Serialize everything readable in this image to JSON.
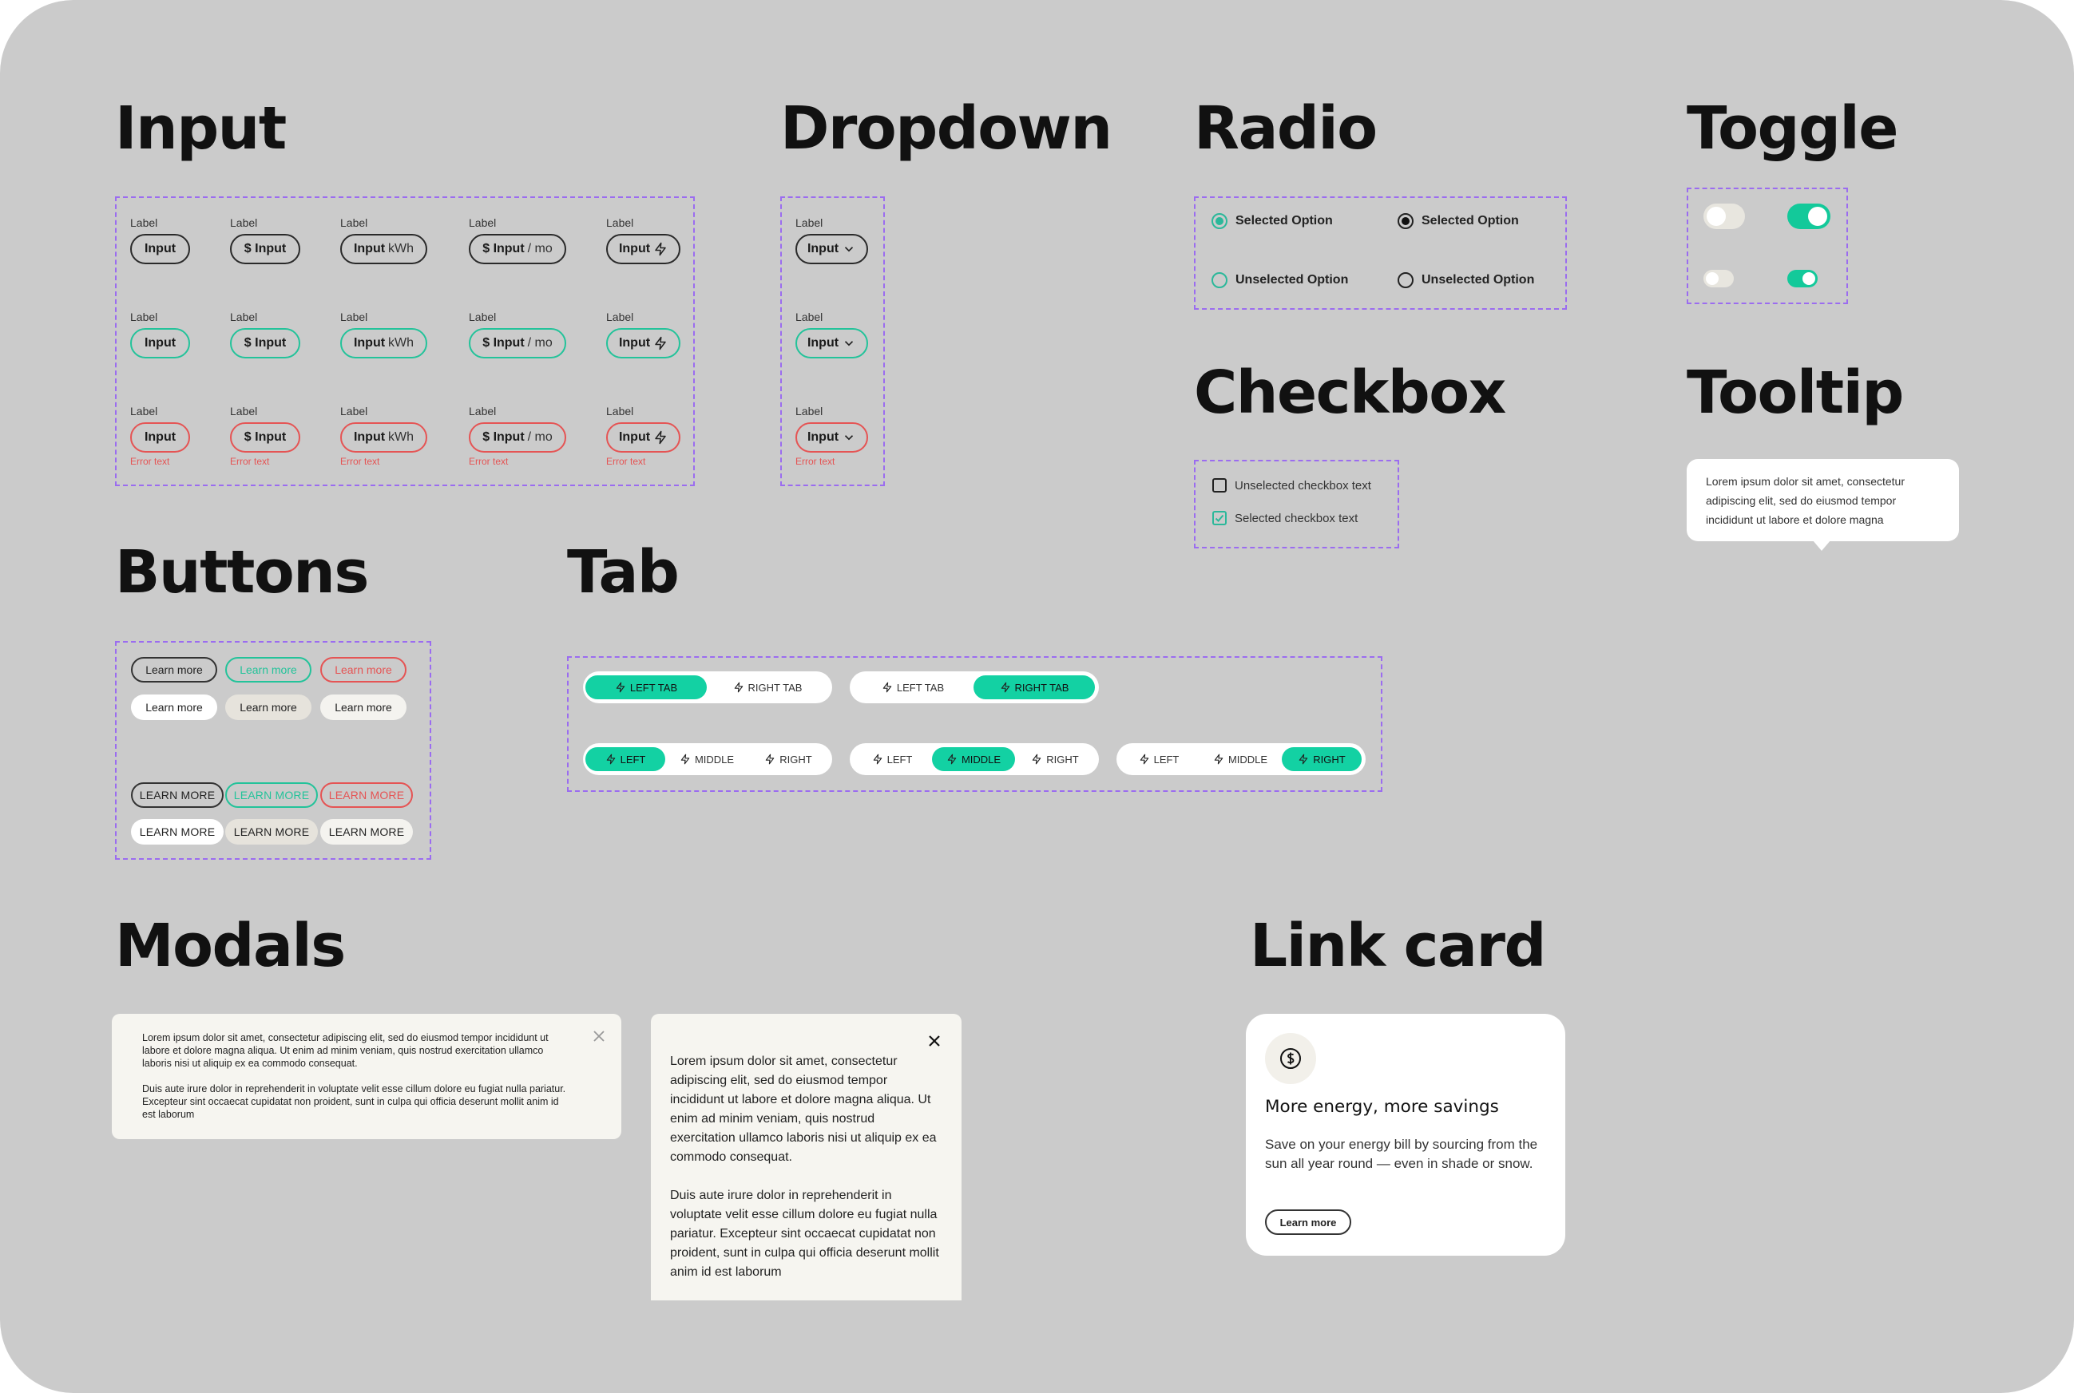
{
  "headings": {
    "input": "Input",
    "dropdown": "Dropdown",
    "radio": "Radio",
    "toggle": "Toggle",
    "checkbox": "Checkbox",
    "tooltip": "Tooltip",
    "buttons": "Buttons",
    "tab": "Tab",
    "modals": "Modals",
    "link_card": "Link card"
  },
  "input": {
    "label": "Label",
    "value": "Input",
    "dollar_value": "$ Input",
    "unit_kwh": "kWh",
    "unit_mo": "/ mo",
    "error_text": "Error text",
    "icon": "bolt-icon",
    "states": [
      "default",
      "success",
      "error"
    ],
    "colors": {
      "default": "#2a2a2a",
      "success": "#23c39a",
      "error": "#e55454"
    }
  },
  "dropdown": {
    "label": "Label",
    "value": "Input",
    "error_text": "Error text",
    "icon": "chevron-down-icon"
  },
  "radio": {
    "selected": "Selected Option",
    "unselected": "Unselected Option",
    "accent": "#2bb89a"
  },
  "toggle": {
    "on_color": "#13c99a",
    "off_color": "#e8e6df"
  },
  "checkbox": {
    "unselected": "Unselected checkbox text",
    "selected": "Selected checkbox text"
  },
  "tooltip": {
    "text": "Lorem ipsum dolor sit amet, consectetur adipiscing elit, sed do eiusmod tempor incididunt ut labore et dolore magna"
  },
  "buttons": {
    "label": "Learn more",
    "label_upper": "LEARN MORE"
  },
  "tabs": {
    "left_tab": "LEFT TAB",
    "right_tab": "RIGHT TAB",
    "left": "LEFT",
    "middle": "MIDDLE",
    "right": "RIGHT",
    "accent": "#13d1a3",
    "icon": "bolt-icon"
  },
  "modals": {
    "paragraph1": "Lorem ipsum dolor sit amet, consectetur adipiscing elit, sed do eiusmod tempor incididunt ut labore et dolore magna aliqua. Ut enim ad minim veniam, quis nostrud exercitation ullamco laboris nisi ut aliquip ex ea commodo consequat.",
    "paragraph2": "Duis aute irure dolor in reprehenderit in voluptate velit esse cillum dolore eu fugiat nulla pariatur. Excepteur sint occaecat cupidatat non proident, sunt in culpa qui officia deserunt mollit anim id est laborum",
    "close_icon": "close-icon"
  },
  "link_card": {
    "icon": "dollar-circle-icon",
    "title": "More energy, more savings",
    "body": "Save on your energy bill by sourcing from the sun all year round — even in shade or snow.",
    "cta": "Learn more"
  }
}
